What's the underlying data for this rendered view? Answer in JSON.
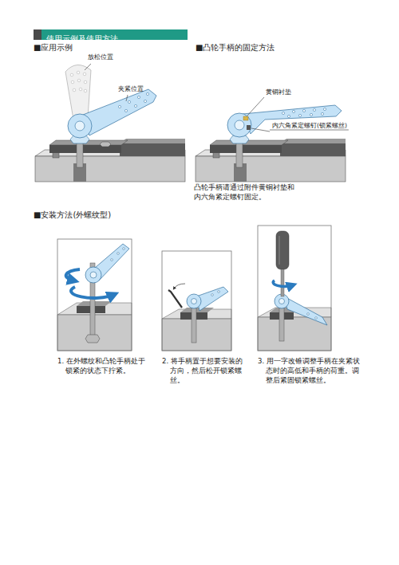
{
  "diagram": {
    "nodes": [
      {
        "text": [
          "使用示例及使用方法"
        ]
      }
    ],
    "labels": [
      "■应用示例",
      "放松位置",
      "夹紧位置",
      "■凸轮手柄的固定方法",
      "黄铜衬垫",
      "内六角紧定螺钉(锁紧螺丝)",
      "凸轮手柄请通过附件黄铜衬垫和内六角紧定螺钉固定。",
      "■安装方法(外螺纹型)",
      "1. 在外螺纹和凸轮手柄处于锁紧的状态下拧紧。",
      "2. 将手柄置于想要安装的方向，然后松开锁紧螺丝。",
      "3. 用一字改锥调整手柄在夹紧状态时的高低和手柄的荷重。调整后紧固锁紧螺丝。"
    ]
  }
}
